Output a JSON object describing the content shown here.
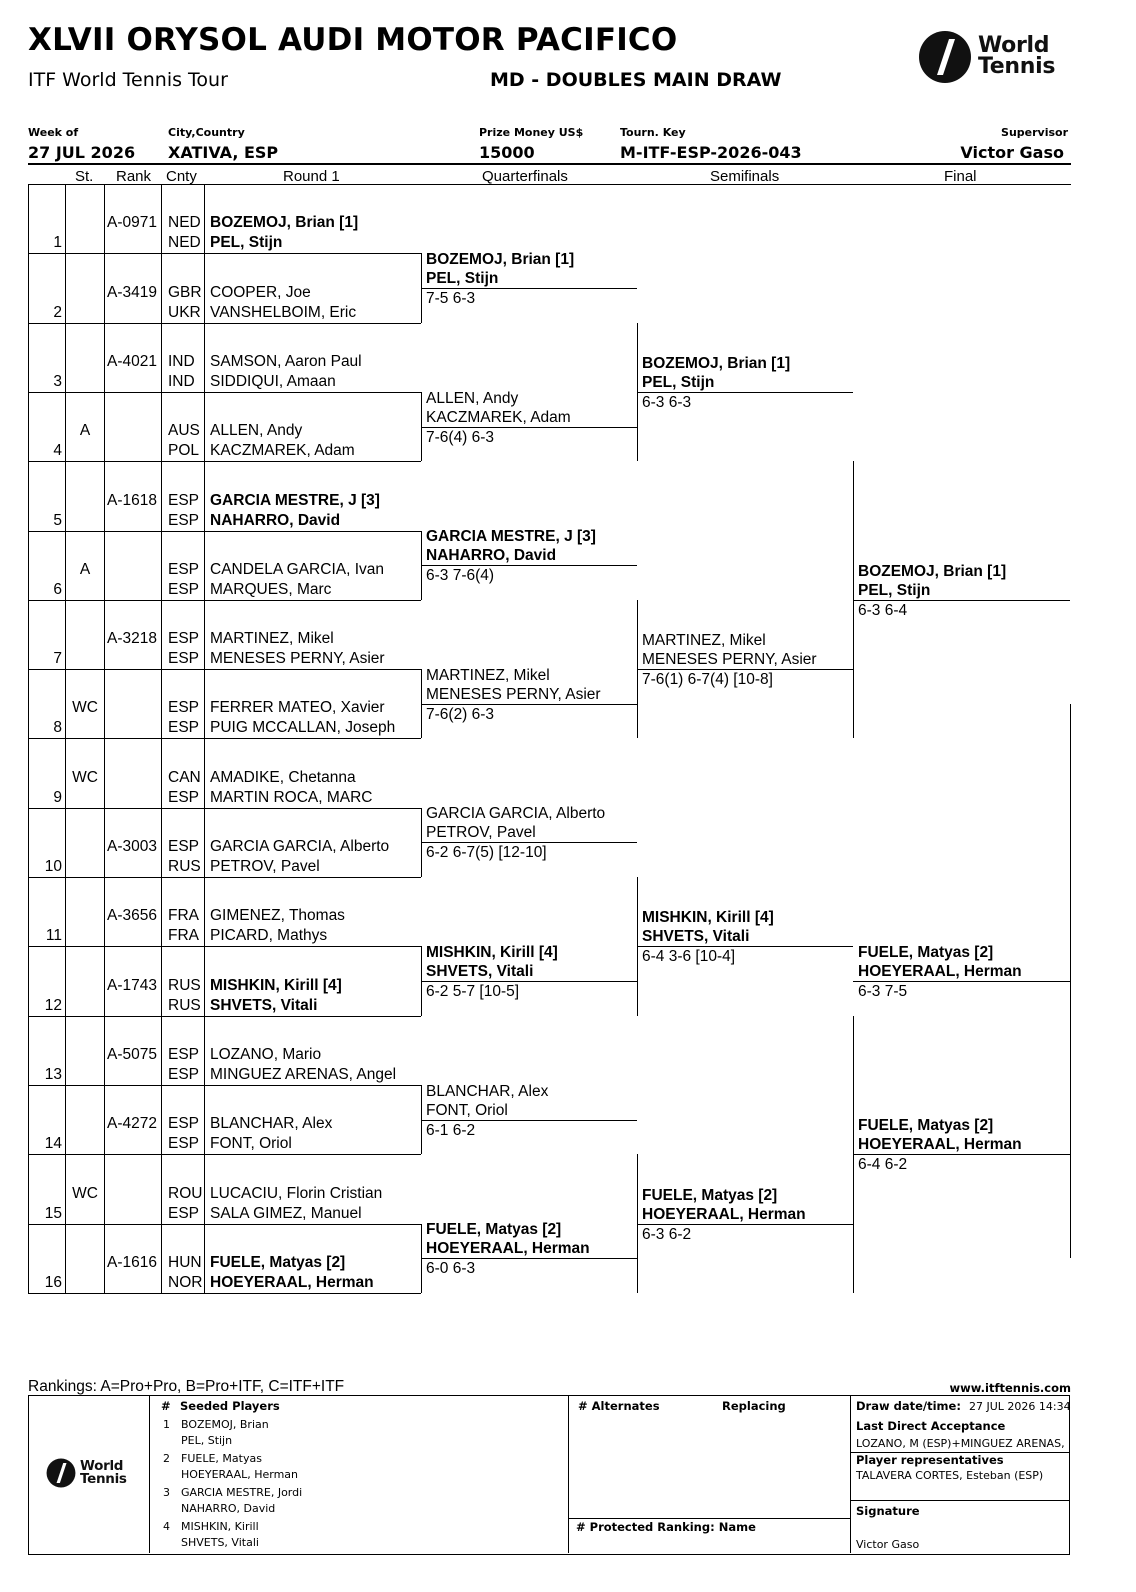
{
  "header": {
    "title": "XLVII ORYSOL AUDI MOTOR PACIFICO",
    "subtitle": "ITF World Tennis Tour",
    "draw_type": "MD - DOUBLES MAIN DRAW",
    "logo_line1": "World",
    "logo_line2": "Tennis"
  },
  "info": {
    "week_label": "Week of",
    "week_value": "27 JUL 2026",
    "city_label": "City,Country",
    "city_value": "XATIVA, ESP",
    "prize_label": "Prize Money US$",
    "prize_value": "15000",
    "key_label": "Tourn. Key",
    "key_value": "M-ITF-ESP-2026-043",
    "sup_label": "Supervisor",
    "sup_value": "Victor Gaso"
  },
  "columns": {
    "st": "St.",
    "rank": "Rank",
    "cnty": "Cnty",
    "r1": "Round 1",
    "qf": "Quarterfinals",
    "sf": "Semifinals",
    "f": "Final"
  },
  "draw": [
    {
      "pos": "1",
      "st": "",
      "rank": "A-0971",
      "c1": "NED",
      "c2": "NED",
      "p1": "BOZEMOJ, Brian [1]",
      "p2": "PEL, Stijn",
      "seed": true
    },
    {
      "pos": "2",
      "st": "",
      "rank": "A-3419",
      "c1": "GBR",
      "c2": "UKR",
      "p1": "COOPER, Joe",
      "p2": "VANSHELBOIM, Eric",
      "seed": false
    },
    {
      "pos": "3",
      "st": "",
      "rank": "A-4021",
      "c1": "IND",
      "c2": "IND",
      "p1": "SAMSON, Aaron Paul",
      "p2": "SIDDIQUI, Amaan",
      "seed": false
    },
    {
      "pos": "4",
      "st": "A",
      "rank": "",
      "c1": "AUS",
      "c2": "POL",
      "p1": "ALLEN, Andy",
      "p2": "KACZMAREK, Adam",
      "seed": false
    },
    {
      "pos": "5",
      "st": "",
      "rank": "A-1618",
      "c1": "ESP",
      "c2": "ESP",
      "p1": "GARCIA MESTRE, J [3]",
      "p2": "NAHARRO, David",
      "seed": true
    },
    {
      "pos": "6",
      "st": "A",
      "rank": "",
      "c1": "ESP",
      "c2": "ESP",
      "p1": "CANDELA GARCIA, Ivan",
      "p2": "MARQUES, Marc",
      "seed": false
    },
    {
      "pos": "7",
      "st": "",
      "rank": "A-3218",
      "c1": "ESP",
      "c2": "ESP",
      "p1": "MARTINEZ, Mikel",
      "p2": "MENESES PERNY, Asier",
      "seed": false
    },
    {
      "pos": "8",
      "st": "WC",
      "rank": "",
      "c1": "ESP",
      "c2": "ESP",
      "p1": "FERRER MATEO, Xavier",
      "p2": "PUIG MCCALLAN, Joseph",
      "seed": false
    },
    {
      "pos": "9",
      "st": "WC",
      "rank": "",
      "c1": "CAN",
      "c2": "ESP",
      "p1": "AMADIKE, Chetanna",
      "p2": "MARTIN ROCA, MARC",
      "seed": false
    },
    {
      "pos": "10",
      "st": "",
      "rank": "A-3003",
      "c1": "ESP",
      "c2": "RUS",
      "p1": "GARCIA GARCIA, Alberto",
      "p2": "PETROV, Pavel",
      "seed": false
    },
    {
      "pos": "11",
      "st": "",
      "rank": "A-3656",
      "c1": "FRA",
      "c2": "FRA",
      "p1": "GIMENEZ, Thomas",
      "p2": "PICARD, Mathys",
      "seed": false
    },
    {
      "pos": "12",
      "st": "",
      "rank": "A-1743",
      "c1": "RUS",
      "c2": "RUS",
      "p1": "MISHKIN, Kirill [4]",
      "p2": "SHVETS, Vitali",
      "seed": true
    },
    {
      "pos": "13",
      "st": "",
      "rank": "A-5075",
      "c1": "ESP",
      "c2": "ESP",
      "p1": "LOZANO, Mario",
      "p2": "MINGUEZ ARENAS, Angel",
      "seed": false
    },
    {
      "pos": "14",
      "st": "",
      "rank": "A-4272",
      "c1": "ESP",
      "c2": "ESP",
      "p1": "BLANCHAR, Alex",
      "p2": "FONT, Oriol",
      "seed": false
    },
    {
      "pos": "15",
      "st": "WC",
      "rank": "",
      "c1": "ROU",
      "c2": "ESP",
      "p1": "LUCACIU, Florin Cristian",
      "p2": "SALA GIMEZ, Manuel",
      "seed": false
    },
    {
      "pos": "16",
      "st": "",
      "rank": "A-1616",
      "c1": "HUN",
      "c2": "NOR",
      "p1": "FUELE, Matyas [2]",
      "p2": "HOEYERAAL, Herman",
      "seed": true
    }
  ],
  "quarterfinals": [
    {
      "p1": "BOZEMOJ, Brian [1]",
      "p2": "PEL, Stijn",
      "score": "7-5 6-3",
      "seed": true
    },
    {
      "p1": "ALLEN, Andy",
      "p2": "KACZMAREK, Adam",
      "score": "7-6(4) 6-3",
      "seed": false
    },
    {
      "p1": "GARCIA MESTRE, J [3]",
      "p2": "NAHARRO, David",
      "score": "6-3 7-6(4)",
      "seed": true
    },
    {
      "p1": "MARTINEZ, Mikel",
      "p2": "MENESES PERNY, Asier",
      "score": "7-6(2) 6-3",
      "seed": false
    },
    {
      "p1": "GARCIA GARCIA, Alberto",
      "p2": "PETROV, Pavel",
      "score": "6-2 6-7(5) [12-10]",
      "seed": false
    },
    {
      "p1": "MISHKIN, Kirill [4]",
      "p2": "SHVETS, Vitali",
      "score": "6-2 5-7 [10-5]",
      "seed": true
    },
    {
      "p1": "BLANCHAR, Alex",
      "p2": "FONT, Oriol",
      "score": "6-1 6-2",
      "seed": false
    },
    {
      "p1": "FUELE, Matyas [2]",
      "p2": "HOEYERAAL, Herman",
      "score": "6-0 6-3",
      "seed": true
    }
  ],
  "semifinals": [
    {
      "p1": "BOZEMOJ, Brian [1]",
      "p2": "PEL, Stijn",
      "score": "6-3 6-3",
      "seed": true
    },
    {
      "p1": "MARTINEZ, Mikel",
      "p2": "MENESES PERNY, Asier",
      "score": "7-6(1) 6-7(4) [10-8]",
      "seed": false
    },
    {
      "p1": "MISHKIN, Kirill [4]",
      "p2": "SHVETS, Vitali",
      "score": "6-4 3-6 [10-4]",
      "seed": true
    },
    {
      "p1": "FUELE, Matyas [2]",
      "p2": "HOEYERAAL, Herman",
      "score": "6-3 6-2",
      "seed": true
    }
  ],
  "final": [
    {
      "p1": "BOZEMOJ, Brian [1]",
      "p2": "PEL, Stijn",
      "score": "6-3 6-4",
      "seed": true
    },
    {
      "p1": "FUELE, Matyas [2]",
      "p2": "HOEYERAAL, Herman",
      "score": "6-4 6-2",
      "seed": true
    }
  ],
  "champion": {
    "p1": "FUELE, Matyas [2]",
    "p2": "HOEYERAAL, Herman",
    "score": "6-3 7-5",
    "seed": true
  },
  "footer": {
    "rankings_legend": "Rankings: A=Pro+Pro, B=Pro+ITF, C=ITF+ITF",
    "website": "www.itftennis.com",
    "seeded_header": "Seeded Players",
    "hash": "#",
    "seeded": [
      {
        "n": "1",
        "a": "BOZEMOJ, Brian",
        "b": "PEL, Stijn"
      },
      {
        "n": "2",
        "a": "FUELE, Matyas",
        "b": "HOEYERAAL, Herman"
      },
      {
        "n": "3",
        "a": "GARCIA MESTRE, Jordi",
        "b": "NAHARRO, David"
      },
      {
        "n": "4",
        "a": "MISHKIN, Kirill",
        "b": "SHVETS, Vitali"
      }
    ],
    "alternates_header": "# Alternates",
    "replacing_header": "Replacing",
    "protected_header": "#  Protected Ranking: Name",
    "draw_date_label": "Draw date/time:",
    "draw_date_value": "27 JUL 2026 14:34",
    "lda_label": "Last Direct Acceptance",
    "lda_value": "LOZANO, M (ESP)+MINGUEZ ARENAS, A (ESP)",
    "player_rep_label": "Player representatives",
    "player_rep_value": "TALAVERA CORTES, Esteban (ESP)",
    "signature_label": "Signature",
    "signature_value": "Victor Gaso"
  },
  "colors": {
    "ink": "#000000",
    "logo": "#111111"
  }
}
